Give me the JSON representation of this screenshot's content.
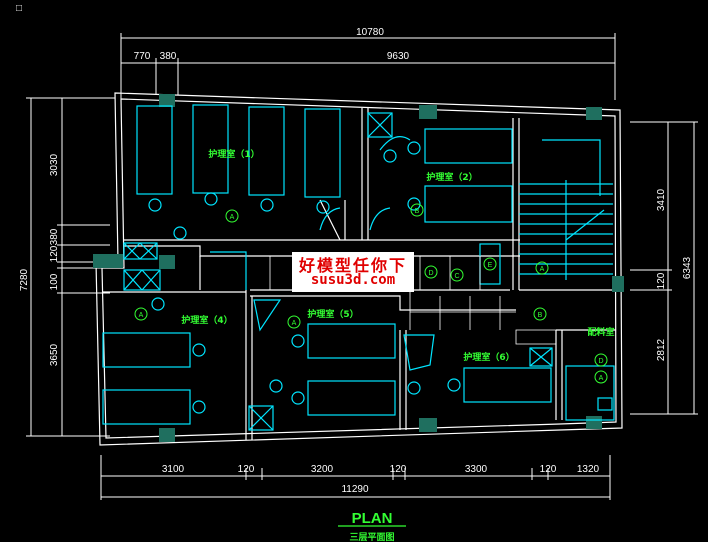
{
  "window": {
    "corner_square": "□"
  },
  "dimensions": {
    "top_total": "10780",
    "top_segments": [
      "770",
      "380",
      "9630"
    ],
    "left_total": "7280",
    "left_segments": [
      "3030",
      "380",
      "120",
      "100",
      "3650"
    ],
    "right_segments": [
      "3410",
      "120",
      "2812"
    ],
    "right_total": "6343",
    "bottom_segments": [
      "3100",
      "120",
      "3200",
      "120",
      "3300",
      "120",
      "1320"
    ],
    "bottom_total": "11290"
  },
  "rooms": {
    "room1": "护理室（1）",
    "room2": "护理室（2）",
    "room4": "护理室（4）",
    "room5": "护理室（5）",
    "room6": "护理室（6）",
    "supply": "配料室"
  },
  "markers": [
    "A",
    "A",
    "A",
    "A",
    "A",
    "B",
    "B",
    "C",
    "D",
    "D",
    "E"
  ],
  "watermark": {
    "line1": "好模型任你下",
    "line2": "susu3d.com"
  },
  "title": {
    "main": "PLAN",
    "sub": "三层平面图"
  },
  "colors": {
    "wall": "#ffffff",
    "fixture": "#00e5ff",
    "column": "#1f6f5f",
    "text_green": "#33ff33",
    "watermark_red": "#e00000"
  }
}
